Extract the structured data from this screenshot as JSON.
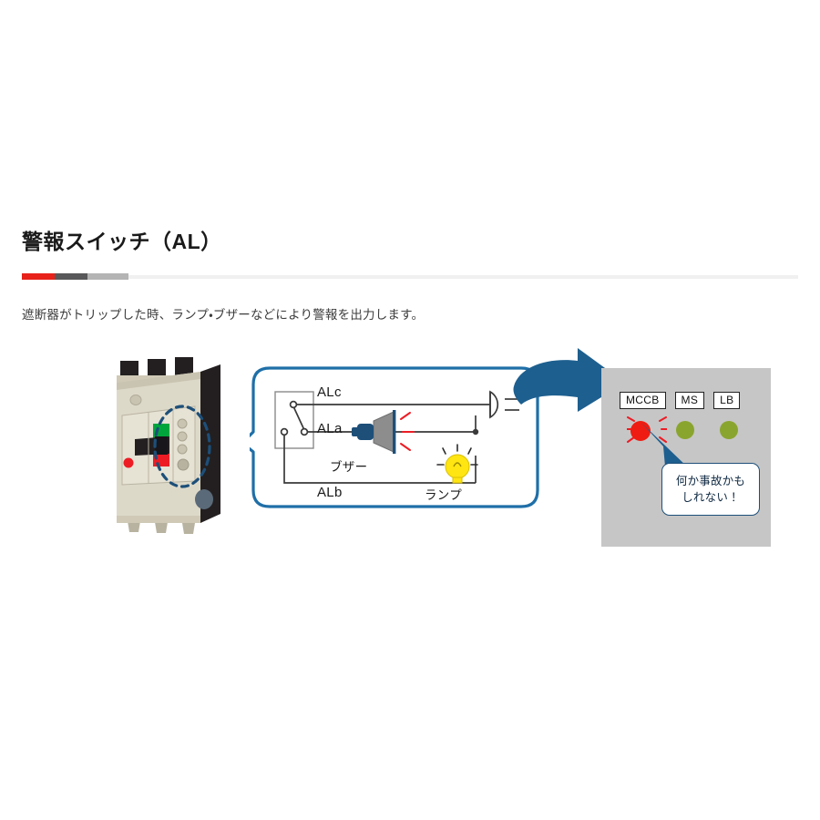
{
  "page": {
    "background": "#ffffff"
  },
  "heading": {
    "title": "警報スイッチ（AL）",
    "description": "遮断器がトリップした時、ランプ・ブザーなどにより警報を出力します。",
    "rule_colors": {
      "red": "#e8211a",
      "dark_gray": "#58585a",
      "light_gray": "#b4b4b4",
      "track": "#f0f0f0"
    }
  },
  "figure": {
    "breaker": {
      "name": "molded-case-circuit-breaker",
      "body_color": "#ddd9c9",
      "side_color": "#231f20",
      "handle_color": "#231f20",
      "indicator_on_color": "#00a63c",
      "indicator_off_color": "#ed1c24",
      "button_color": "#ed1c24",
      "highlight_shape": "dashed-ellipse",
      "highlight_color": "#1d4f79",
      "terminal_screw_count": 4
    },
    "callout": {
      "name": "alarm-circuit-callout",
      "border_color": "#1f6fa8",
      "fill_color": "#ffffff",
      "labels": {
        "alc": "ALc",
        "ala": "ALa",
        "alb": "ALb",
        "buzzer": "ブザー",
        "lamp": "ランプ"
      },
      "components": {
        "switch": "changeover-contact",
        "buzzer_color": "#8d8d8d",
        "buzzer_base_color": "#1d4f79",
        "buzzer_spark_color": "#ed1c24",
        "lamp_color": "#ffe512",
        "lamp_ray_color": "#2b2b2b",
        "plug": "two-prong-plug",
        "wire_color": "#3a3a3a"
      }
    },
    "arrow": {
      "name": "flow-arrow",
      "color": "#1d5f8f",
      "direction": "right"
    },
    "panel": {
      "name": "annunciator-panel",
      "background": "#c6c6c6",
      "tags": [
        "MCCB",
        "MS",
        "LB"
      ],
      "indicators": [
        {
          "label": "MCCB",
          "state": "alarm",
          "color": "#ee1c12",
          "flashing": true
        },
        {
          "label": "MS",
          "state": "normal",
          "color": "#8aa52e",
          "flashing": false
        },
        {
          "label": "LB",
          "state": "normal",
          "color": "#8aa52e",
          "flashing": false
        }
      ],
      "flash_ray_color": "#ed1c24"
    },
    "bubble": {
      "name": "operator-comment",
      "line1": "何か事故かも",
      "line2": "しれない！",
      "border_color": "#1d4f79",
      "text_color": "#102a43"
    }
  }
}
